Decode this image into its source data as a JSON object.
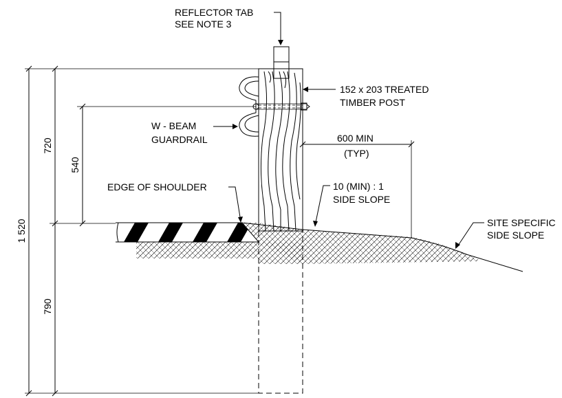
{
  "labels": {
    "reflector_tab_line1": "REFLECTOR TAB",
    "reflector_tab_line2": "SEE NOTE 3",
    "post_line1": "152 x 203 TREATED",
    "post_line2": "TIMBER POST",
    "guardrail_line1": "W - BEAM",
    "guardrail_line2": "GUARDRAIL",
    "offset_line1": "600 MIN",
    "offset_line2": "(TYP)",
    "edge_of_shoulder": "EDGE OF  SHOULDER",
    "slope_line1": "10 (MIN) : 1",
    "slope_line2": "SIDE SLOPE",
    "site_line1": "SITE SPECIFIC",
    "site_line2": "SIDE SLOPE"
  },
  "dimensions": {
    "total": "1 520",
    "upper": "720",
    "bolt_height": "540",
    "embedment": "790"
  }
}
